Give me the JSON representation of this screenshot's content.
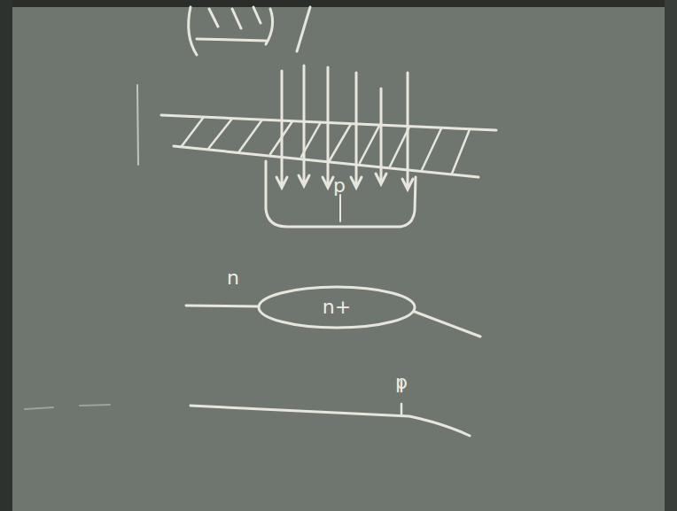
{
  "diagram": {
    "nodes": [
      {
        "text": [
          "p"
        ]
      },
      {
        "text": [
          "n+"
        ]
      }
    ],
    "labels": [
      "n",
      "p"
    ]
  }
}
